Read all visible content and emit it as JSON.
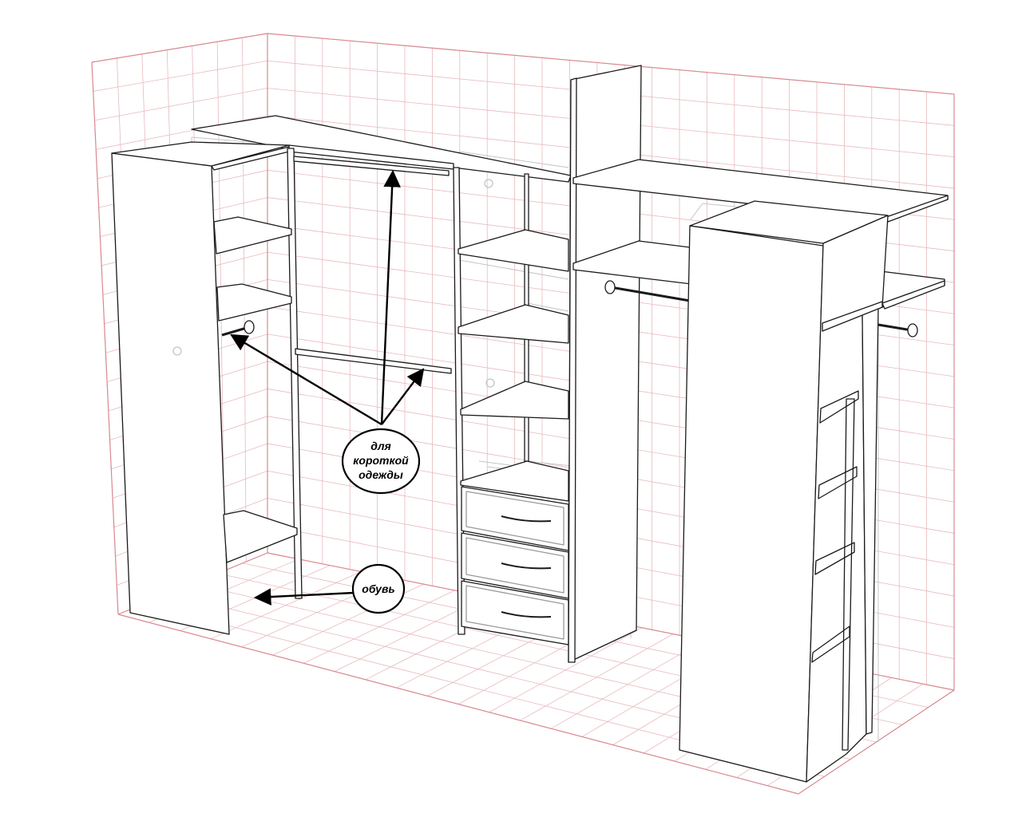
{
  "callouts": {
    "short_clothes": {
      "label_lines": [
        "для",
        "короткой",
        "одежды"
      ]
    },
    "shoes": {
      "label": "обувь"
    }
  },
  "colors": {
    "grid": "#e8b9bd",
    "grid_edge": "#d88a90",
    "furniture_fill": "#ffffff",
    "furniture_line": "#1a1a1a",
    "hidden_line": "#c4c4c4",
    "callout_line": "#000000"
  }
}
